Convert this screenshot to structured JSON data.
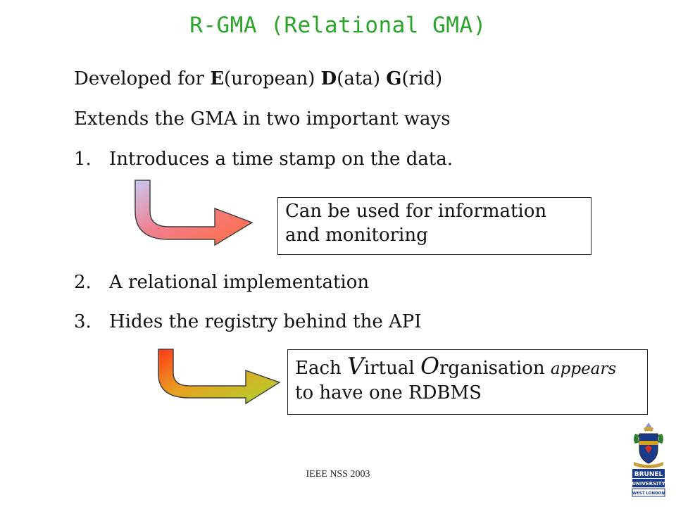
{
  "slide": {
    "title": "R-GMA (Relational GMA)",
    "developed": {
      "prefix": "Developed for ",
      "e_letter": "E",
      "e_rest": "(uropean) ",
      "d_letter": "D",
      "d_rest": "(ata) ",
      "g_letter": "G",
      "g_rest": "(rid)"
    },
    "extends_line": "Extends the GMA in two important ways",
    "items": [
      {
        "number": "1.",
        "text": "Introduces a time stamp on the data."
      },
      {
        "number": "2.",
        "text": "A relational implementation"
      },
      {
        "number": "3.",
        "text": "Hides the registry behind the API"
      }
    ],
    "callout1": {
      "line1": "Can be used for information",
      "line2": "and monitoring"
    },
    "callout2": {
      "each": "Each ",
      "v_letter": "V",
      "irtual": "irtual ",
      "o_letter": "O",
      "rganisation": "rganisation ",
      "appears": "appears",
      "line2": "to have one RDBMS"
    },
    "footer": "IEEE NSS 2003",
    "logo": {
      "name_line1": "BRUNEL",
      "name_line2": "UNIVERSITY",
      "name_line3": "WEST LONDON"
    }
  },
  "colors": {
    "title": "#2aa52a",
    "arrow1_start": "#c8c8f0",
    "arrow1_end": "#ff6a3a",
    "arrow2_start": "#ff3a1a",
    "arrow2_end": "#a8d830"
  }
}
